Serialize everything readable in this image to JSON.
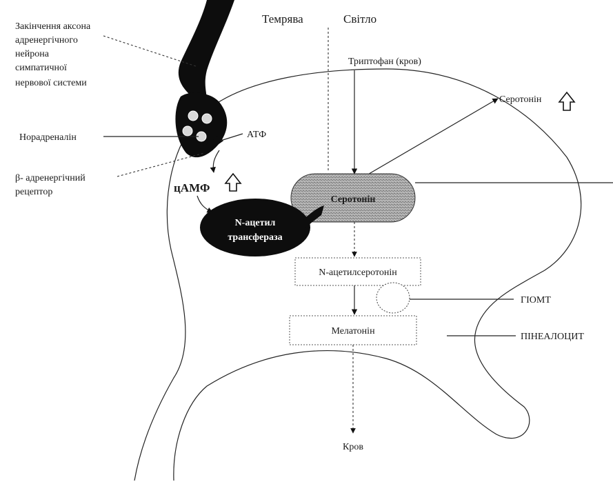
{
  "header": {
    "dark": "Темрява",
    "light": "Світло"
  },
  "labels": {
    "axon_ending": [
      "Закінчення аксона",
      "адренергічного",
      "нейрона",
      "симпатичної",
      "нервової системи"
    ],
    "noradrenaline": "Норадреналін",
    "atp": "АТФ",
    "beta_receptor": [
      "β- адренергічний",
      "рецептор"
    ],
    "camp": "цАМФ",
    "tryptophan": "Триптофан (кров)",
    "serotonin_out": "Серотонін",
    "serotonin": "Серотонін",
    "nat": [
      "N-ацетил",
      "трансфераза"
    ],
    "n_acetylserotonin": "N-ацетилсеротонін",
    "hiomt": "ГІОМТ",
    "melatonin": "Мелатонін",
    "pinealocyte": "ПІНЕАЛОЦИТ",
    "blood": "Кров"
  },
  "colors": {
    "ink": "#111111",
    "enzyme_fill": "#0d0d0d",
    "serotonin_fill": "#9a9a9a",
    "box_fill": "#ffffff"
  },
  "icons": {
    "increase": "up-arrow-icon"
  }
}
